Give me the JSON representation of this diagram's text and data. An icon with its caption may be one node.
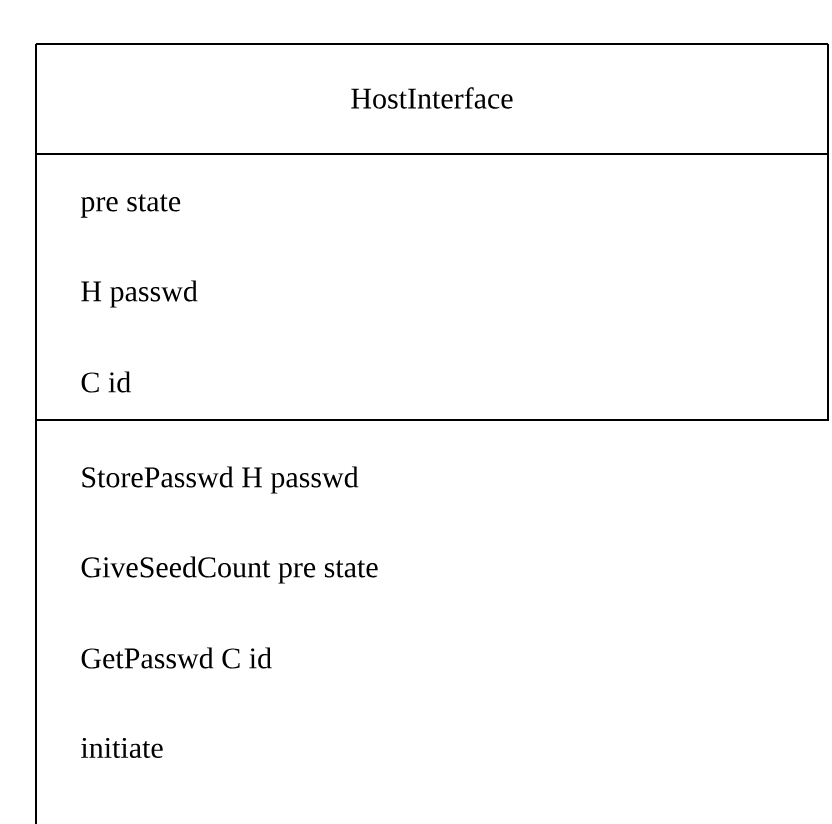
{
  "diagram": {
    "nodes": [
      {
        "text": [
          "HostInterface",
          "pre state",
          "H passwd",
          "C id",
          "StorePasswd H passwd",
          "GiveSeedCount pre state",
          "GetPasswd C id",
          "initiate"
        ]
      }
    ]
  }
}
